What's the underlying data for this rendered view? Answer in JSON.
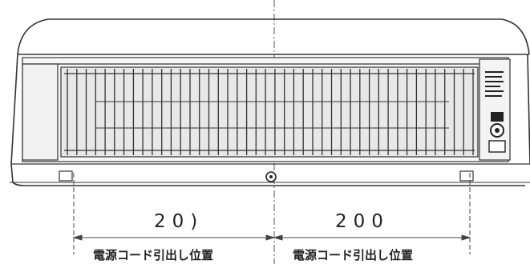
{
  "dimensions": {
    "left": {
      "value": "20)",
      "label": "電源コード引出し位置"
    },
    "right": {
      "value": "200",
      "label": "電源コード引出し位置"
    }
  },
  "unit_body": {
    "grille_vertical_bars": 44,
    "control_panel_icons": [
      "text-lines-icon",
      "indicator-block-icon",
      "power-knob-icon",
      "square-button-icon"
    ]
  },
  "colors": {
    "line": "#333333",
    "panel_fill": "#f4f4f4",
    "grille_fill": "#dedede"
  }
}
